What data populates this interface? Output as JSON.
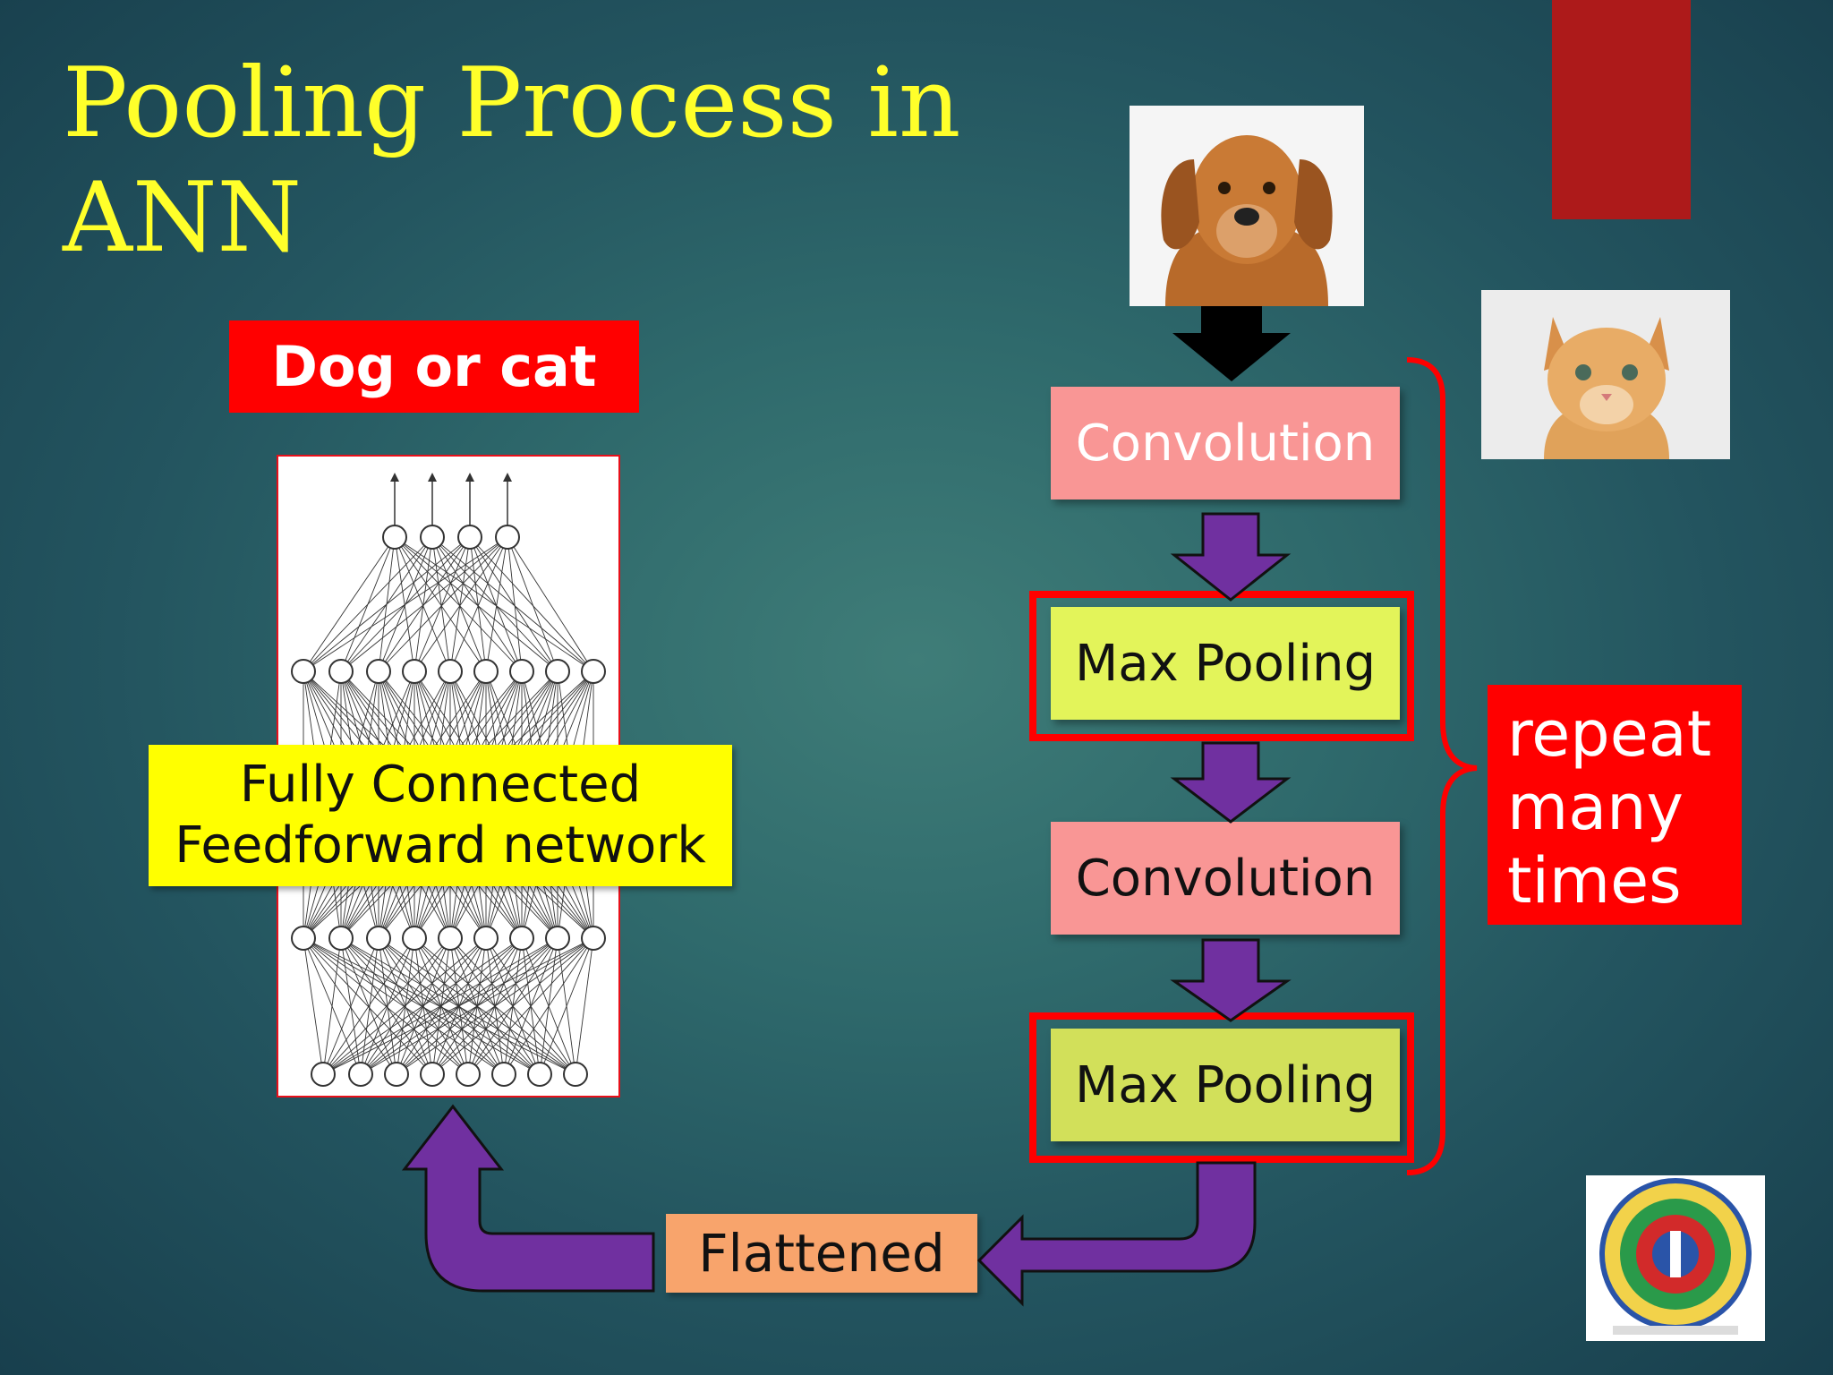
{
  "title": {
    "line1": "Pooling Process in",
    "line2": "ANN"
  },
  "output_label": "Dog or cat",
  "network_label": {
    "line1": "Fully Connected",
    "line2": "Feedforward network"
  },
  "steps": {
    "conv1": "Convolution",
    "pool1": "Max Pooling",
    "conv2": "Convolution",
    "pool2": "Max Pooling",
    "flattened": "Flattened"
  },
  "repeat_label": [
    "repeat",
    "many",
    "times"
  ],
  "images": {
    "dog": "dog-photo",
    "cat": "cat-photo",
    "logo": "institute-logo"
  },
  "colors": {
    "title": "#ffff2a",
    "accent_red": "#ff0000",
    "convolution_box": "#f99695",
    "pooling_box": "#e3f45a",
    "flattened_box": "#f8a46c",
    "arrow_purple": "#7030a0",
    "network_label_bg": "#ffff00"
  }
}
